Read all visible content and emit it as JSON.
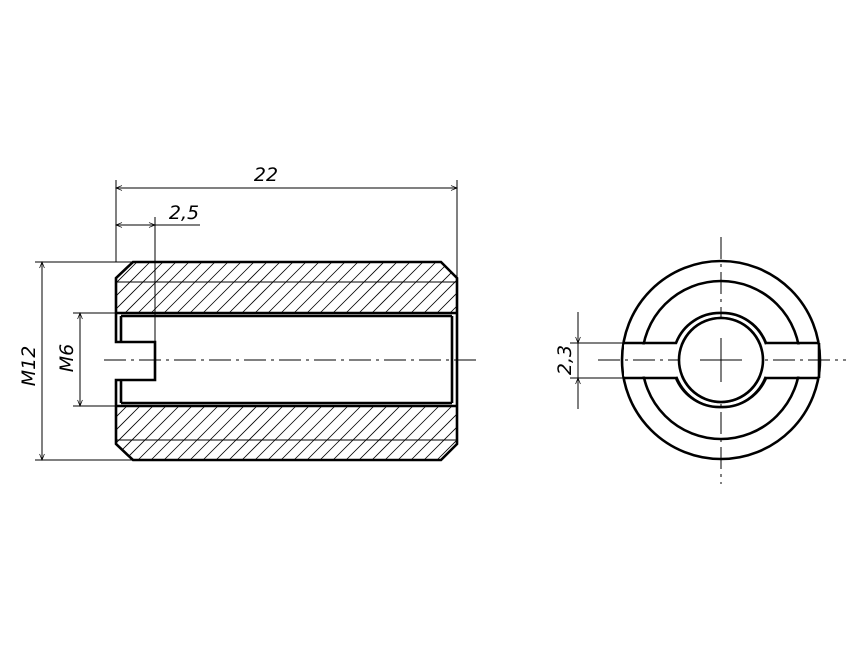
{
  "drawing": {
    "dimensions": {
      "overall_length": "22",
      "slot_depth": "2,5",
      "outer_thread": "M12",
      "inner_thread": "M6",
      "slot_width": "2,3"
    },
    "line_color": "#000000",
    "background": "#ffffff"
  }
}
